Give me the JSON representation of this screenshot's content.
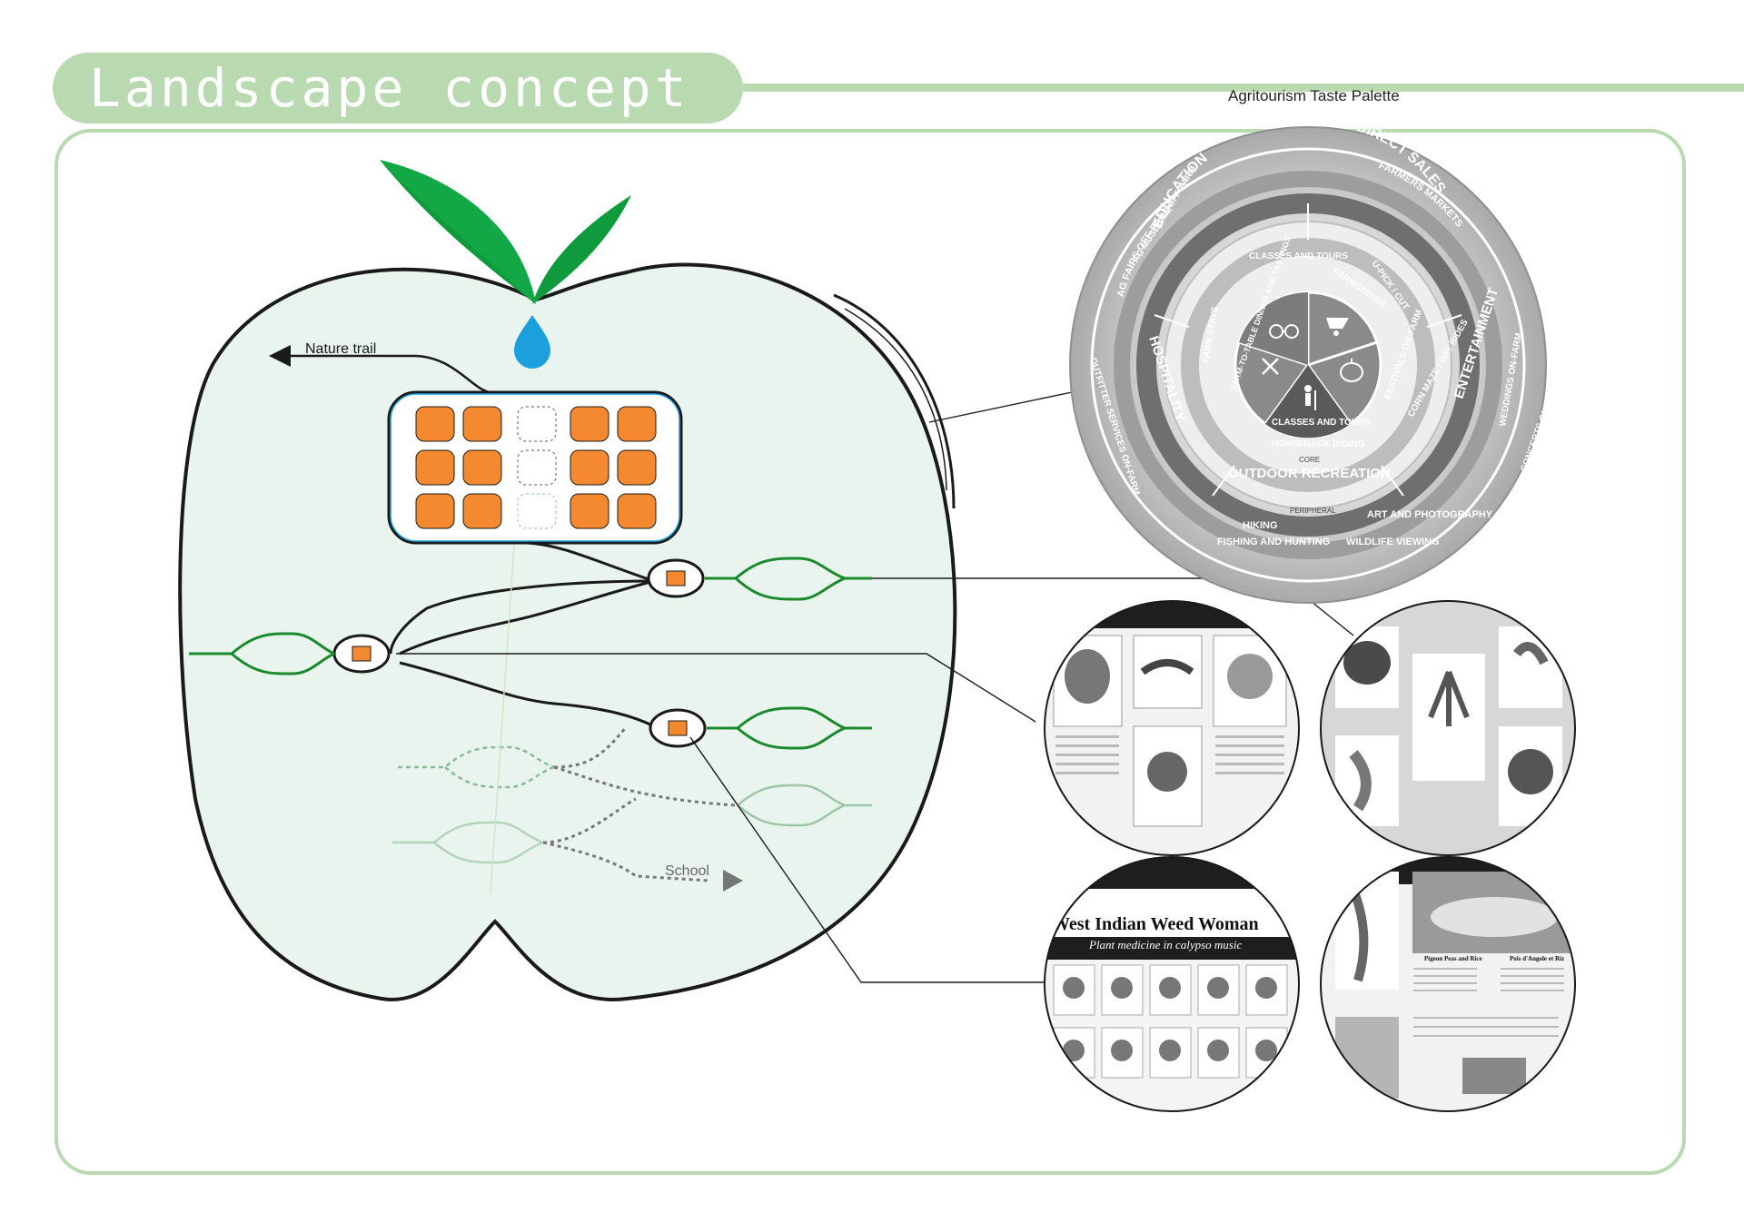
{
  "header": {
    "title": "Landscape concept",
    "subtitle": "Agritourism Taste Palette"
  },
  "diagram": {
    "nature_trail_label": "Nature trail",
    "school_label": "School"
  },
  "wheel": {
    "outer_items": [
      "AG FAIRS OFF-FARM",
      "FARMERS MARKETS",
      "AG MUSEUMS OFF-FARM",
      "OUTFITTER SERVICES ON-FARM",
      "WEDDINGS ON-FARM",
      "CONCERTS ON-FARM",
      "HIKING",
      "FISHING AND HUNTING",
      "ART AND PHOTOGRAPHY",
      "WILDLIFE VIEWING"
    ],
    "peripheral_label": "PERIPHERAL",
    "core_label": "CORE",
    "segments": [
      "EDUCATION",
      "DIRECT SALES",
      "ENTERTAINMENT",
      "OUTDOOR RECREATION",
      "HOSPITALITY"
    ],
    "inner_items": [
      "CLASSES AND TOURS",
      "FARMSTANDS",
      "U-PICK / CUT",
      "FESTIVALS ON-FARM",
      "CORN MAZE / HAY RIDES",
      "HORSEBACK RIDING",
      "CLASSES AND TOURS",
      "FARM-TO-TABLE DINNER AND TASTINGS",
      "FARM STAYS"
    ],
    "icons": [
      "glasses-icon",
      "wheelbarrow-icon",
      "pumpkin-icon",
      "hiker-icon",
      "fork-spoon-icon"
    ]
  },
  "thumbnails": {
    "weed_title": "West Indian Weed Woman",
    "weed_subtitle": "Plant medicine in calypso music",
    "recipe_left": "Pigeon Peas and Rice",
    "recipe_right": "Pois d'Angole et Riz"
  },
  "colors": {
    "accent_green": "#b9d9b0",
    "apple_fill": "#e9f4ee",
    "leaf": "#0f9a3e",
    "drop": "#1ba0dc",
    "plot": "#f4892f",
    "path_green": "#1b8a2c"
  }
}
